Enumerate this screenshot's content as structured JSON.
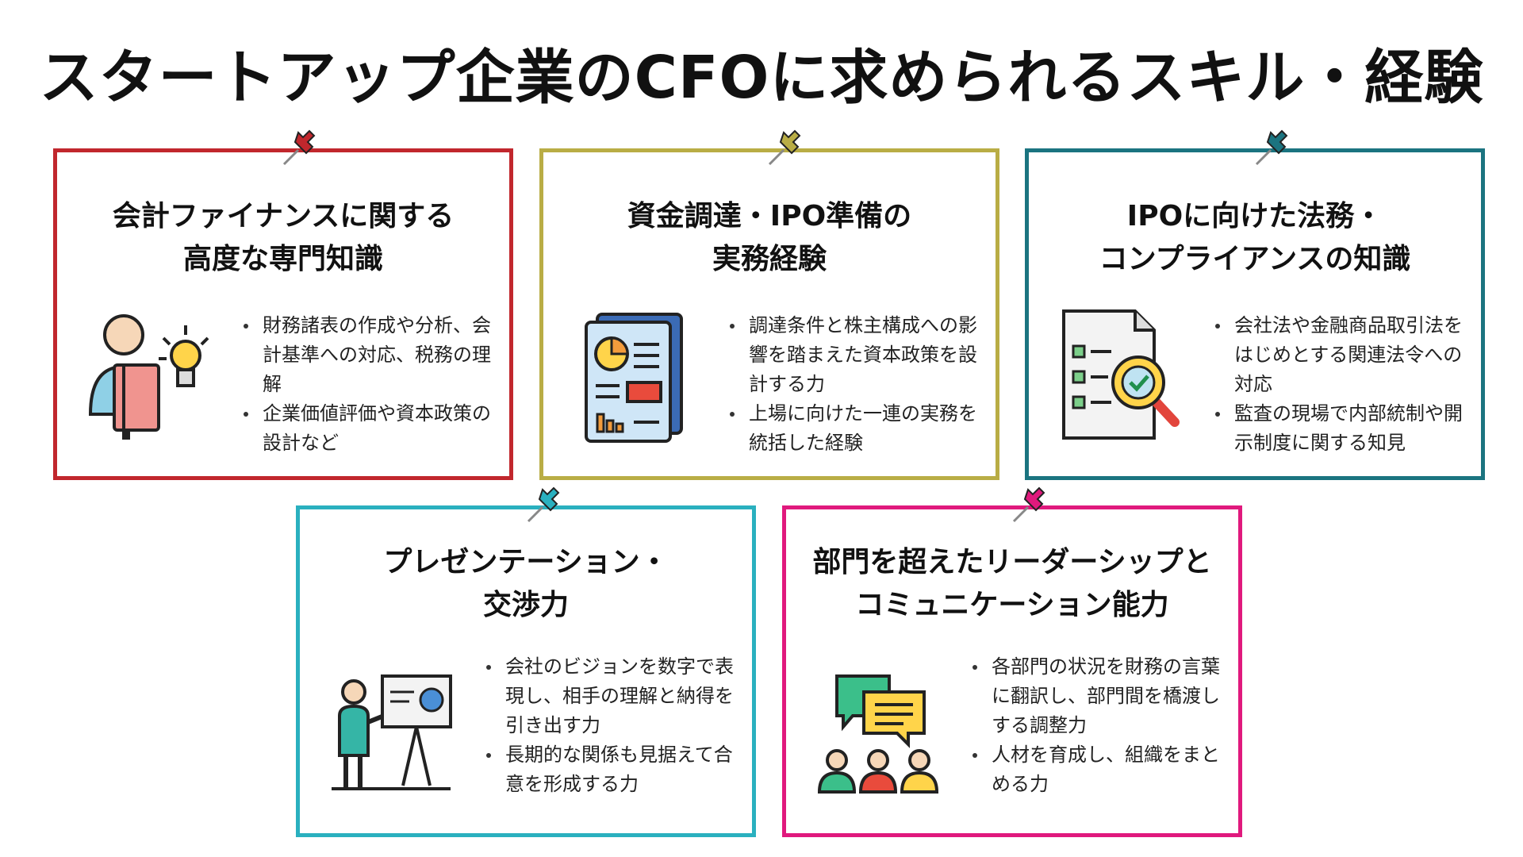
{
  "title": "スタートアップ企業のCFOに求められるスキル・経験",
  "colors": {
    "card_0": "#c1272d",
    "card_1": "#b9ad45",
    "card_2": "#1b7480",
    "card_3": "#2ab0bf",
    "card_4": "#e0197d"
  },
  "cards": [
    {
      "title": "会計ファイナンスに関する\n高度な専門知識",
      "illustration": "person-book-lightbulb-icon",
      "bullets": [
        "財務諸表の作成や分析、会計基準への対応、税務の理解",
        "企業価値評価や資本政策の設計など"
      ]
    },
    {
      "title": "資金調達・IPO準備の\n実務経験",
      "illustration": "report-document-icon",
      "bullets": [
        "調達条件と株主構成への影響を踏まえた資本政策を設計する力",
        "上場に向けた一連の実務を統括した経験"
      ]
    },
    {
      "title": "IPOに向けた法務・\nコンプライアンスの知識",
      "illustration": "checklist-magnifier-icon",
      "bullets": [
        "会社法や金融商品取引法をはじめとする関連法令への対応",
        "監査の現場で内部統制や開示制度に関する知見"
      ]
    },
    {
      "title": "プレゼンテーション・\n交渉力",
      "illustration": "presenter-board-icon",
      "bullets": [
        "会社のビジョンを数字で表現し、相手の理解と納得を引き出す力",
        "長期的な関係も見据えて合意を形成する力"
      ]
    },
    {
      "title": "部門を超えたリーダーシップと\nコミュニケーション能力",
      "illustration": "team-chat-icon",
      "bullets": [
        "各部門の状況を財務の言葉に翻訳し、部門間を橋渡しする調整力",
        "人材を育成し、組織をまとめる力"
      ]
    }
  ]
}
